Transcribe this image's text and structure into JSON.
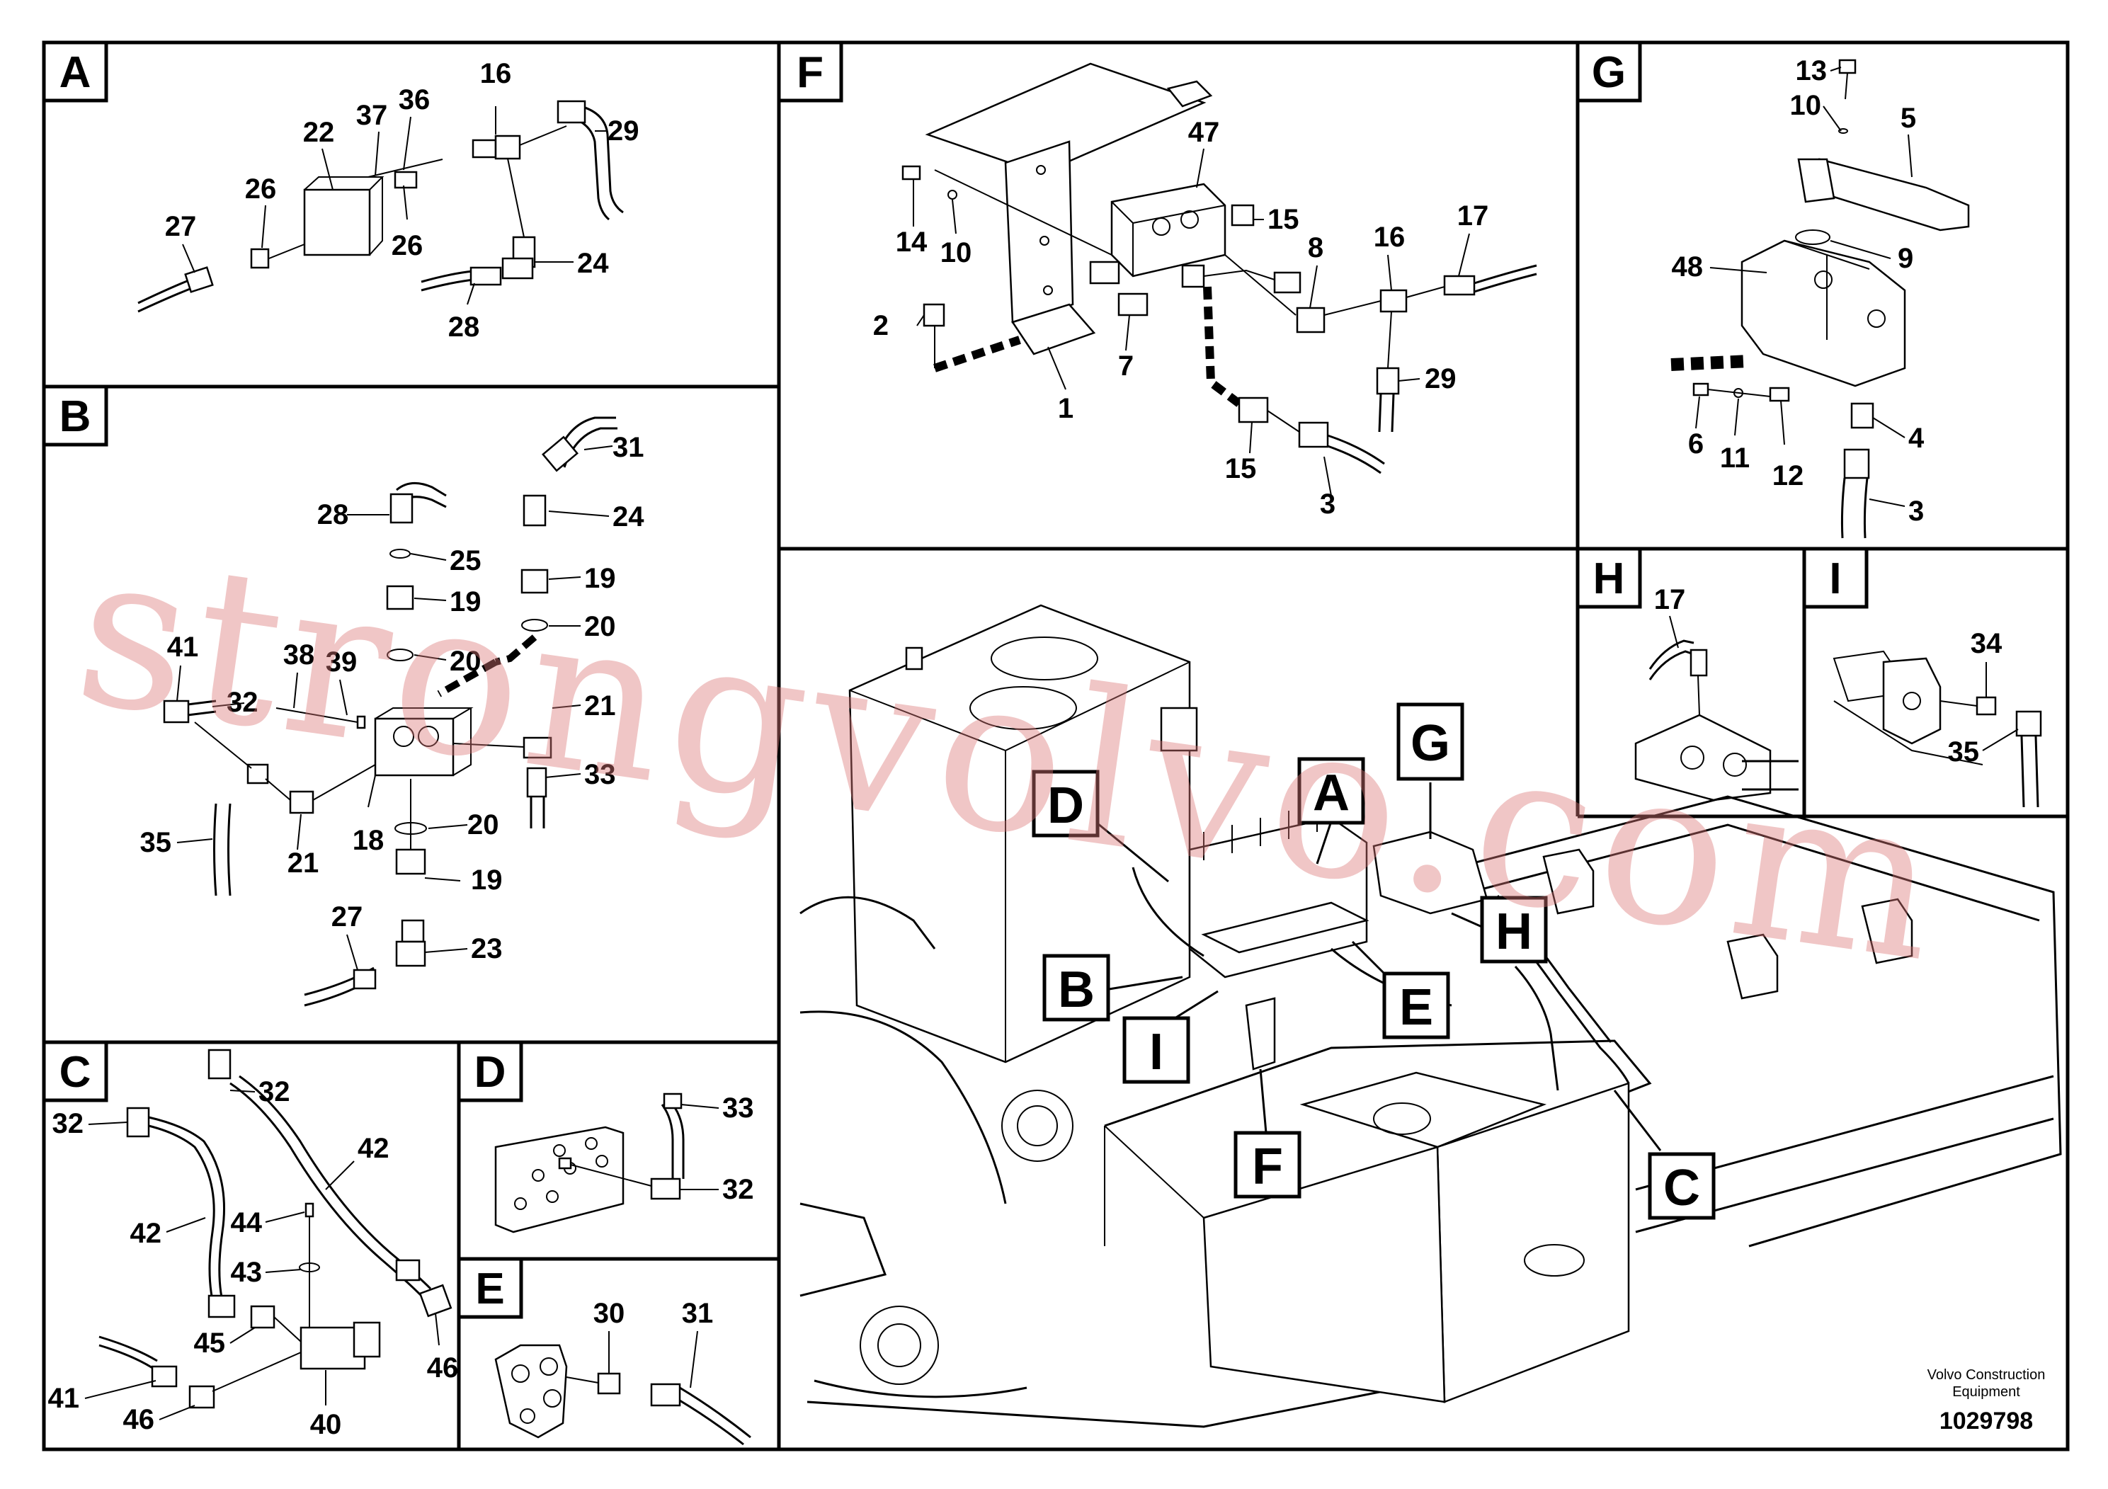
{
  "panels": [
    {
      "id": "A",
      "title": "A",
      "labels": [
        "16",
        "37",
        "36",
        "22",
        "29",
        "26",
        "27",
        "26",
        "24",
        "28"
      ]
    },
    {
      "id": "B",
      "title": "B",
      "labels": [
        "31",
        "28",
        "24",
        "25",
        "19",
        "19",
        "20",
        "20",
        "41",
        "38",
        "39",
        "32",
        "21",
        "33",
        "20",
        "18",
        "19",
        "35",
        "21",
        "27",
        "23"
      ]
    },
    {
      "id": "C",
      "title": "C",
      "labels": [
        "32",
        "32",
        "42",
        "42",
        "44",
        "43",
        "45",
        "46",
        "41",
        "46",
        "40"
      ]
    },
    {
      "id": "D",
      "title": "D",
      "labels": [
        "33",
        "32"
      ]
    },
    {
      "id": "E",
      "title": "E",
      "labels": [
        "30",
        "31"
      ]
    },
    {
      "id": "F",
      "title": "F",
      "labels": [
        "47",
        "15",
        "17",
        "16",
        "8",
        "14",
        "10",
        "2",
        "7",
        "29",
        "1",
        "15",
        "3"
      ]
    },
    {
      "id": "G",
      "title": "G",
      "labels": [
        "13",
        "10",
        "5",
        "9",
        "48",
        "4",
        "6",
        "11",
        "12",
        "3"
      ]
    },
    {
      "id": "H",
      "title": "H",
      "labels": [
        "17"
      ]
    },
    {
      "id": "I",
      "title": "I",
      "labels": [
        "34",
        "35"
      ]
    }
  ],
  "overview_tags": [
    "D",
    "A",
    "G",
    "H",
    "B",
    "E",
    "I",
    "F",
    "C"
  ],
  "footer": {
    "company_line1": "Volvo Construction",
    "company_line2": "Equipment",
    "drawing_number": "1029798"
  },
  "watermark": "strongvolvo.com"
}
